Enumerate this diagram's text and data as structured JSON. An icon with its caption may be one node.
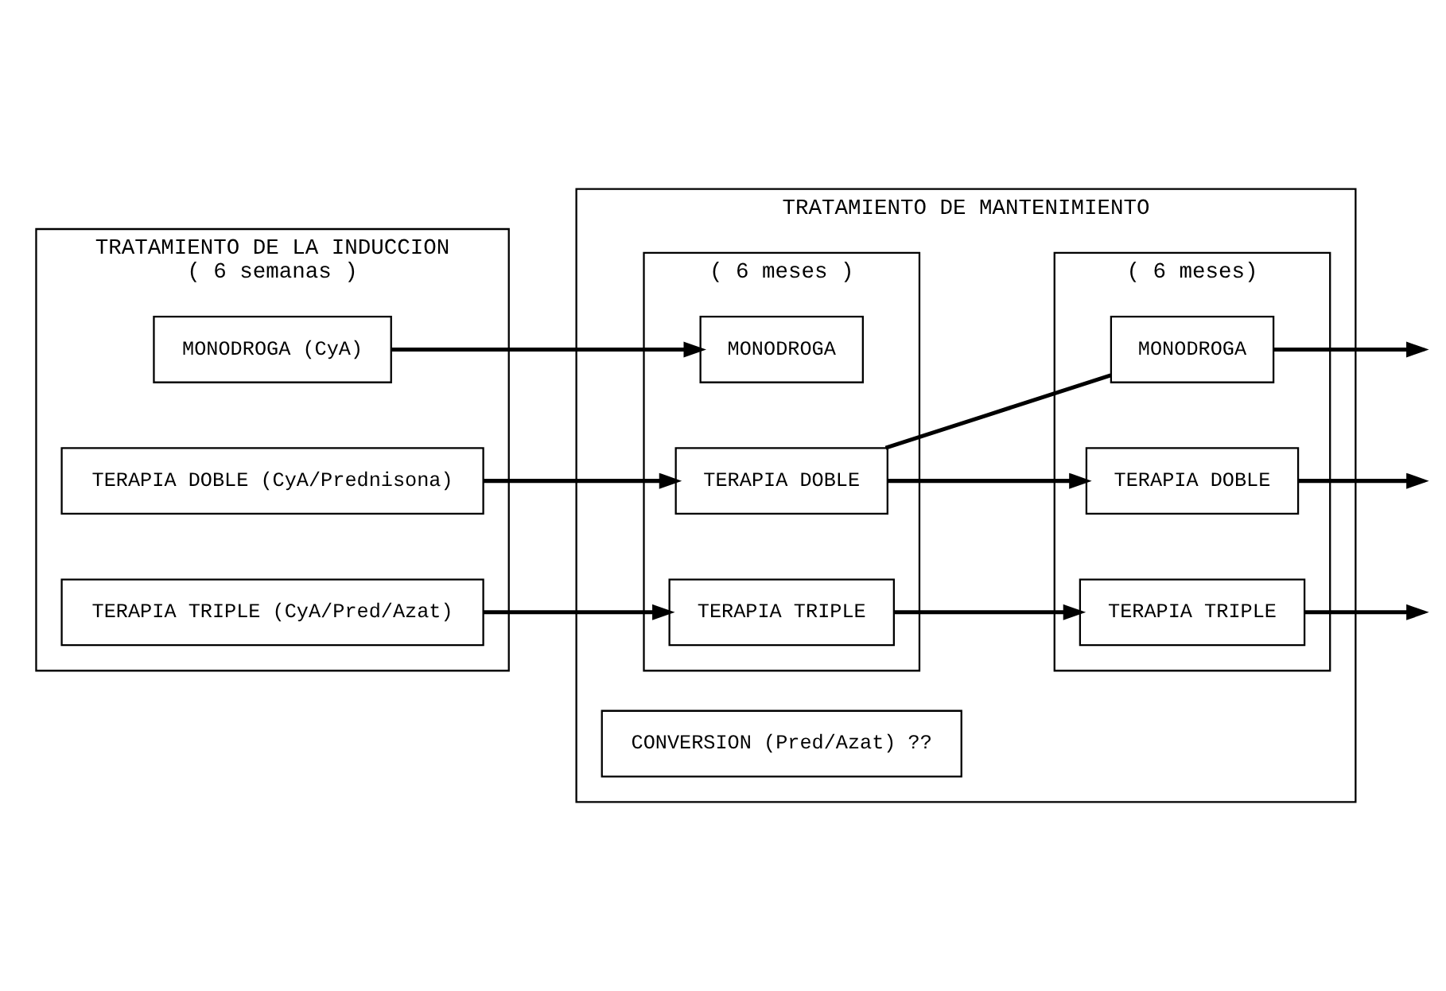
{
  "diagram": {
    "nodes": [
      {
        "text": [
          "TRATAMIENTO DE LA INDUCCION",
          "( 6 semanas )"
        ]
      },
      {
        "text": [
          "MONODROGA (CyA)"
        ],
        "in": 0
      },
      {
        "text": [
          "TERAPIA DOBLE (CyA/Prednisona)"
        ],
        "in": 0
      },
      {
        "text": [
          "TERAPIA TRIPLE (CyA/Pred/Azat)"
        ],
        "in": 0
      },
      {
        "text": [
          "TRATAMIENTO DE MANTENIMIENTO"
        ]
      },
      {
        "text": [
          "( 6 meses )"
        ],
        "in": 4
      },
      {
        "text": [
          "MONODROGA"
        ],
        "in": 5
      },
      {
        "text": [
          "TERAPIA DOBLE"
        ],
        "in": 5
      },
      {
        "text": [
          "TERAPIA TRIPLE"
        ],
        "in": 5
      },
      {
        "text": [
          "( 6 meses)"
        ],
        "in": 4
      },
      {
        "text": [
          "MONODROGA"
        ],
        "in": 9
      },
      {
        "text": [
          "TERAPIA DOBLE"
        ],
        "in": 9
      },
      {
        "text": [
          "TERAPIA TRIPLE"
        ],
        "in": 9
      },
      {
        "text": [
          "CONVERSION (Pred/Azat) ??"
        ],
        "in": 4
      }
    ],
    "edges": [
      {
        "from": 1,
        "to": 6,
        "arrow": "to"
      },
      {
        "from": 2,
        "to": 7,
        "arrow": "to"
      },
      {
        "from": 3,
        "to": 8,
        "arrow": "to"
      },
      {
        "from": 7,
        "to": 10,
        "arrow": "none"
      },
      {
        "from": 7,
        "to": 11,
        "arrow": "to"
      },
      {
        "from": 8,
        "to": 12,
        "arrow": "to"
      },
      {
        "from": 10,
        "to": null,
        "arrow": "to"
      },
      {
        "from": 11,
        "to": null,
        "arrow": "to"
      },
      {
        "from": 12,
        "to": null,
        "arrow": "to"
      }
    ]
  }
}
